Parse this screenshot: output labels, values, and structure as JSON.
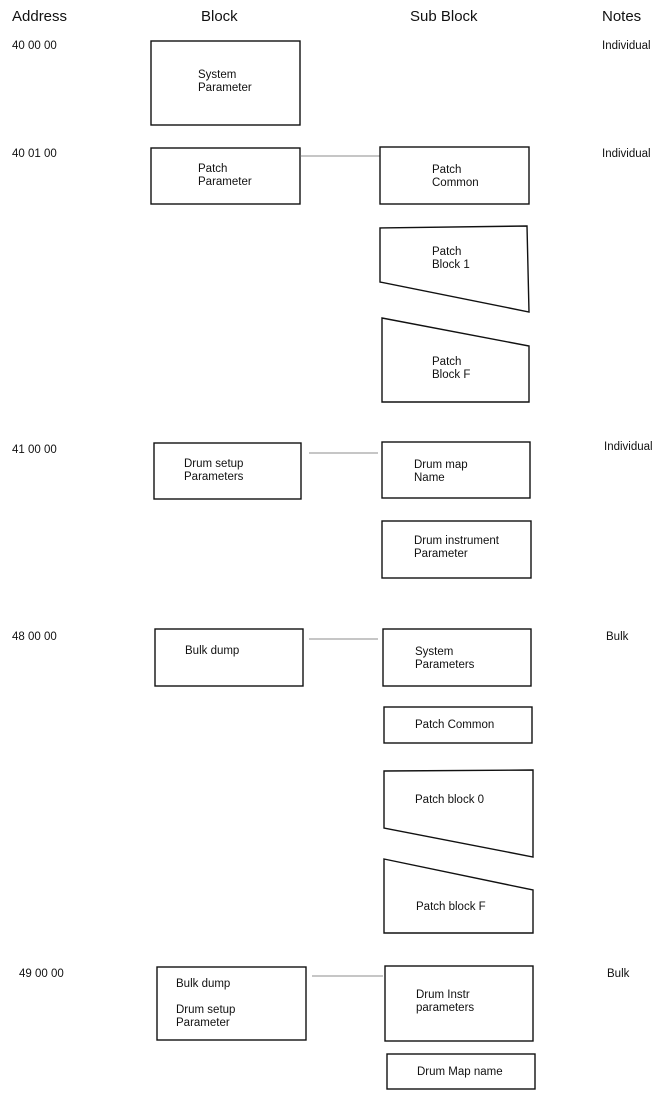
{
  "headers": {
    "address": "Address",
    "block": "Block",
    "sub_block": "Sub Block",
    "notes": "Notes"
  },
  "rows": [
    {
      "address": "40 00 00",
      "block": "System\nParameter",
      "note": "Individual",
      "sub_blocks": []
    },
    {
      "address": "40 01 00",
      "block": "Patch\nParameter",
      "note": "Individual",
      "sub_blocks": [
        "Patch\nCommon",
        "Patch\nBlock 1",
        "Patch\nBlock F"
      ]
    },
    {
      "address": "41 00 00",
      "block": "Drum setup\nParameters",
      "note": "Individual",
      "sub_blocks": [
        "Drum map\nName",
        "Drum instrument\nParameter"
      ]
    },
    {
      "address": "48 00 00",
      "block": "Bulk dump",
      "note": "Bulk",
      "sub_blocks": [
        "System\nParameters",
        "Patch Common",
        "Patch block 0",
        "Patch block F"
      ]
    },
    {
      "address": "49 00 00",
      "block": "Bulk dump\n\nDrum setup\nParameter",
      "note": "Bulk",
      "sub_blocks": [
        "Drum Instr\nparameters",
        "Drum Map name"
      ]
    }
  ]
}
